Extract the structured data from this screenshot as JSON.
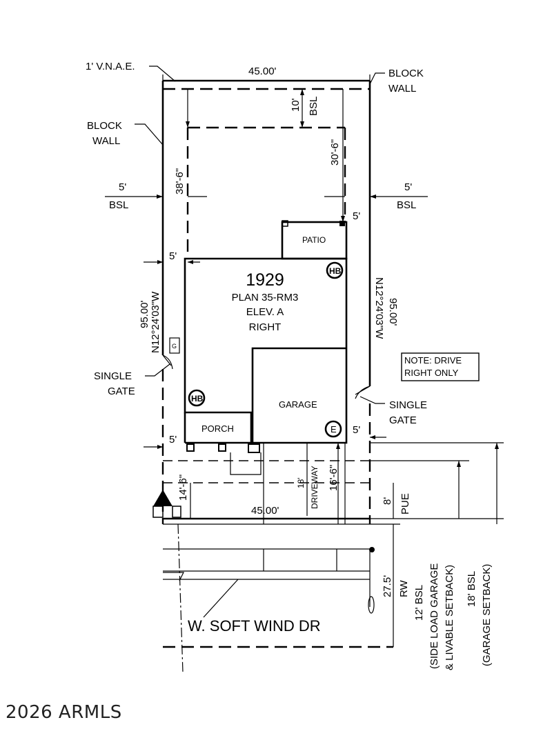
{
  "lot": {
    "number": "1929",
    "plan": "PLAN 35-RM3",
    "elevation": "ELEV. A",
    "orientation": "RIGHT"
  },
  "labels": {
    "vnae": "1' V.N.A.E.",
    "block_wall_right": [
      "BLOCK",
      "WALL"
    ],
    "block_wall_left": [
      "BLOCK",
      "WALL"
    ],
    "front_width_top": "45.00'",
    "front_width_bottom": "45.00'",
    "rear_setback": "10'",
    "bsl": "BSL",
    "left_depth": "38'-6\"",
    "right_depth": "30'-6\"",
    "side_setback_left": "5'",
    "side_setback_right": "5'",
    "side_offset_right_top": "5'",
    "side_offset_left_mid": "5'",
    "side_offset_left_front": "5'",
    "side_offset_right_front": "5'",
    "patio": "PATIO",
    "hose_bib": "HB",
    "left_bearing": "N12°24'03\"W",
    "left_length": "95.00'",
    "right_bearing": "N12°24'03\"W",
    "right_length": "95.00'",
    "gate_left": [
      "SINGLE",
      "GATE"
    ],
    "gate_right": [
      "SINGLE",
      "GATE"
    ],
    "note": [
      "NOTE: DRIVE",
      "RIGHT ONLY"
    ],
    "garage": "GARAGE",
    "porch": "PORCH",
    "electric": "E",
    "meter": "G",
    "setback_front": "14'-6\"",
    "driveway": "DRIVEWAY",
    "driveway_width": "18'",
    "garage_setback_dim": "16'-6\"",
    "pue_width": "8'",
    "pue": "PUE",
    "rw_width": "27.5'",
    "rw": "RW",
    "street": "W. SOFT WIND DR",
    "bsl_side_load": [
      "12' BSL",
      "(SIDE LOAD GARAGE",
      "& LIVABLE SETBACK)"
    ],
    "bsl_garage": [
      "18' BSL",
      "(GARAGE SETBACK)"
    ]
  },
  "copyright": "2026 ARMLS"
}
